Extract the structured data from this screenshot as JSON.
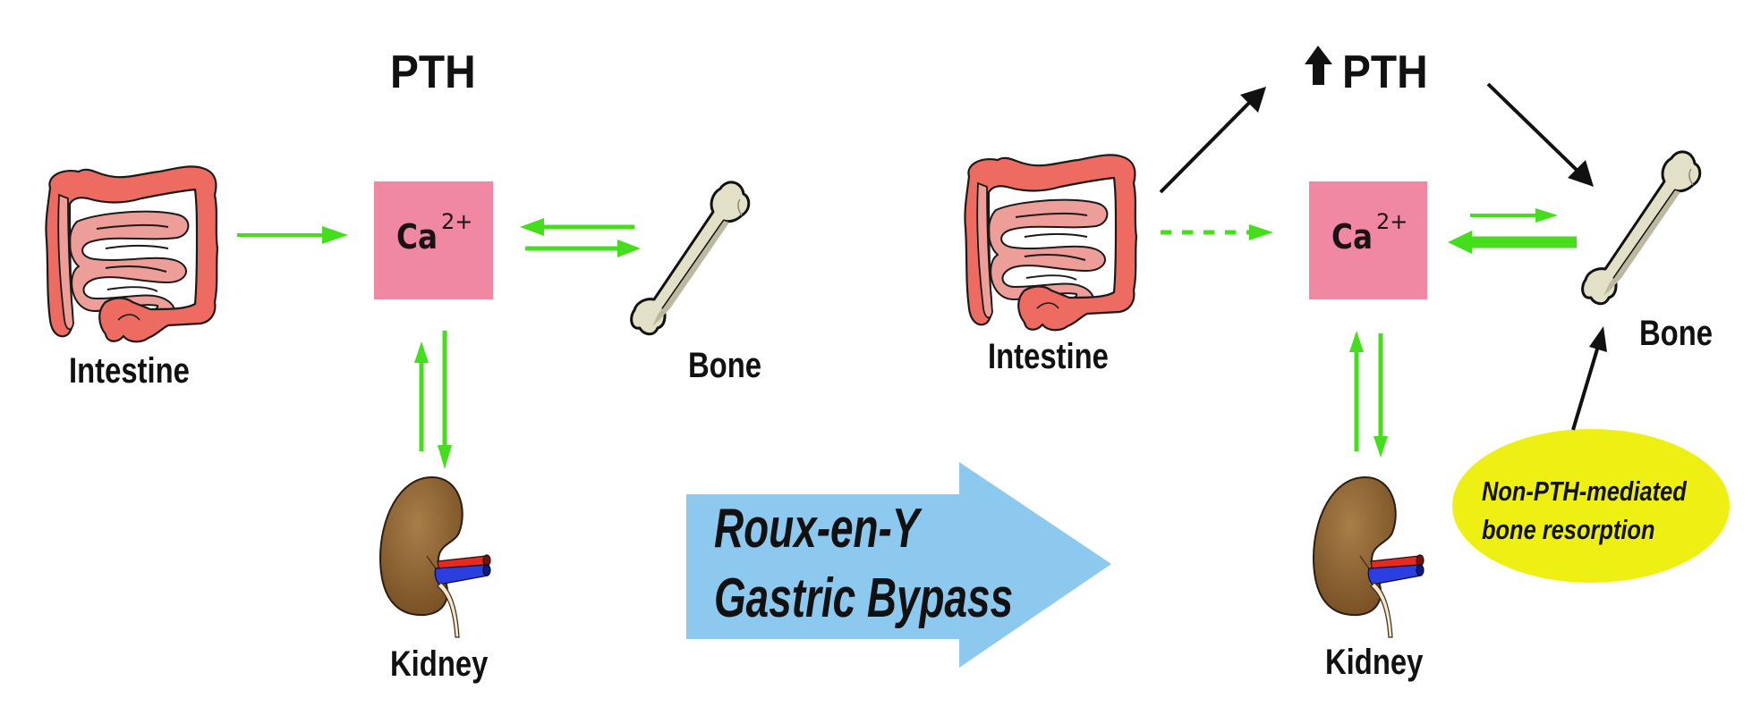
{
  "colors": {
    "green_arrow": "#45DE1C",
    "black_arrow": "#111111",
    "calcium_box": "#F088A4",
    "bypass_arrow": "#8DC8EE",
    "resorption_ellipse": "#EEF014",
    "large_intestine": "#EE6B62",
    "small_intestine": "#EE9E98",
    "kidney": "#8C6030",
    "bone": "#E2E0C6"
  },
  "before": {
    "hormone_label": "PTH",
    "calcium": {
      "symbol": "Ca",
      "charge": "2+"
    },
    "intestine_label": "Intestine",
    "bone_label": "Bone",
    "kidney_label": "Kidney",
    "flows": [
      {
        "from": "Intestine",
        "to": "Ca2+",
        "style": "solid"
      },
      {
        "from": "Bone",
        "to": "Ca2+",
        "style": "solid"
      },
      {
        "from": "Ca2+",
        "to": "Bone",
        "style": "solid"
      },
      {
        "from": "Kidney",
        "to": "Ca2+",
        "style": "solid"
      },
      {
        "from": "Ca2+",
        "to": "Kidney",
        "style": "solid"
      }
    ]
  },
  "transition": {
    "line1": "Roux-en-Y",
    "line2": "Gastric Bypass"
  },
  "after": {
    "hormone_label": "PTH",
    "hormone_trend_icon": "up-arrow-icon",
    "calcium": {
      "symbol": "Ca",
      "charge": "2+"
    },
    "intestine_label": "Intestine",
    "bone_label": "Bone",
    "kidney_label": "Kidney",
    "resorption_line1": "Non-PTH-mediated",
    "resorption_line2": "bone resorption",
    "flows": [
      {
        "from": "Intestine",
        "to": "Ca2+",
        "style": "dashed"
      },
      {
        "from": "Intestine",
        "to": "PTH",
        "style": "black"
      },
      {
        "from": "PTH",
        "to": "Bone",
        "style": "black"
      },
      {
        "from": "Ca2+",
        "to": "Bone",
        "style": "thin"
      },
      {
        "from": "Bone",
        "to": "Ca2+",
        "style": "thick"
      },
      {
        "from": "Kidney",
        "to": "Ca2+",
        "style": "solid"
      },
      {
        "from": "Ca2+",
        "to": "Kidney",
        "style": "solid"
      },
      {
        "from": "Non-PTH-mediated bone resorption",
        "to": "Bone",
        "style": "black"
      }
    ]
  }
}
